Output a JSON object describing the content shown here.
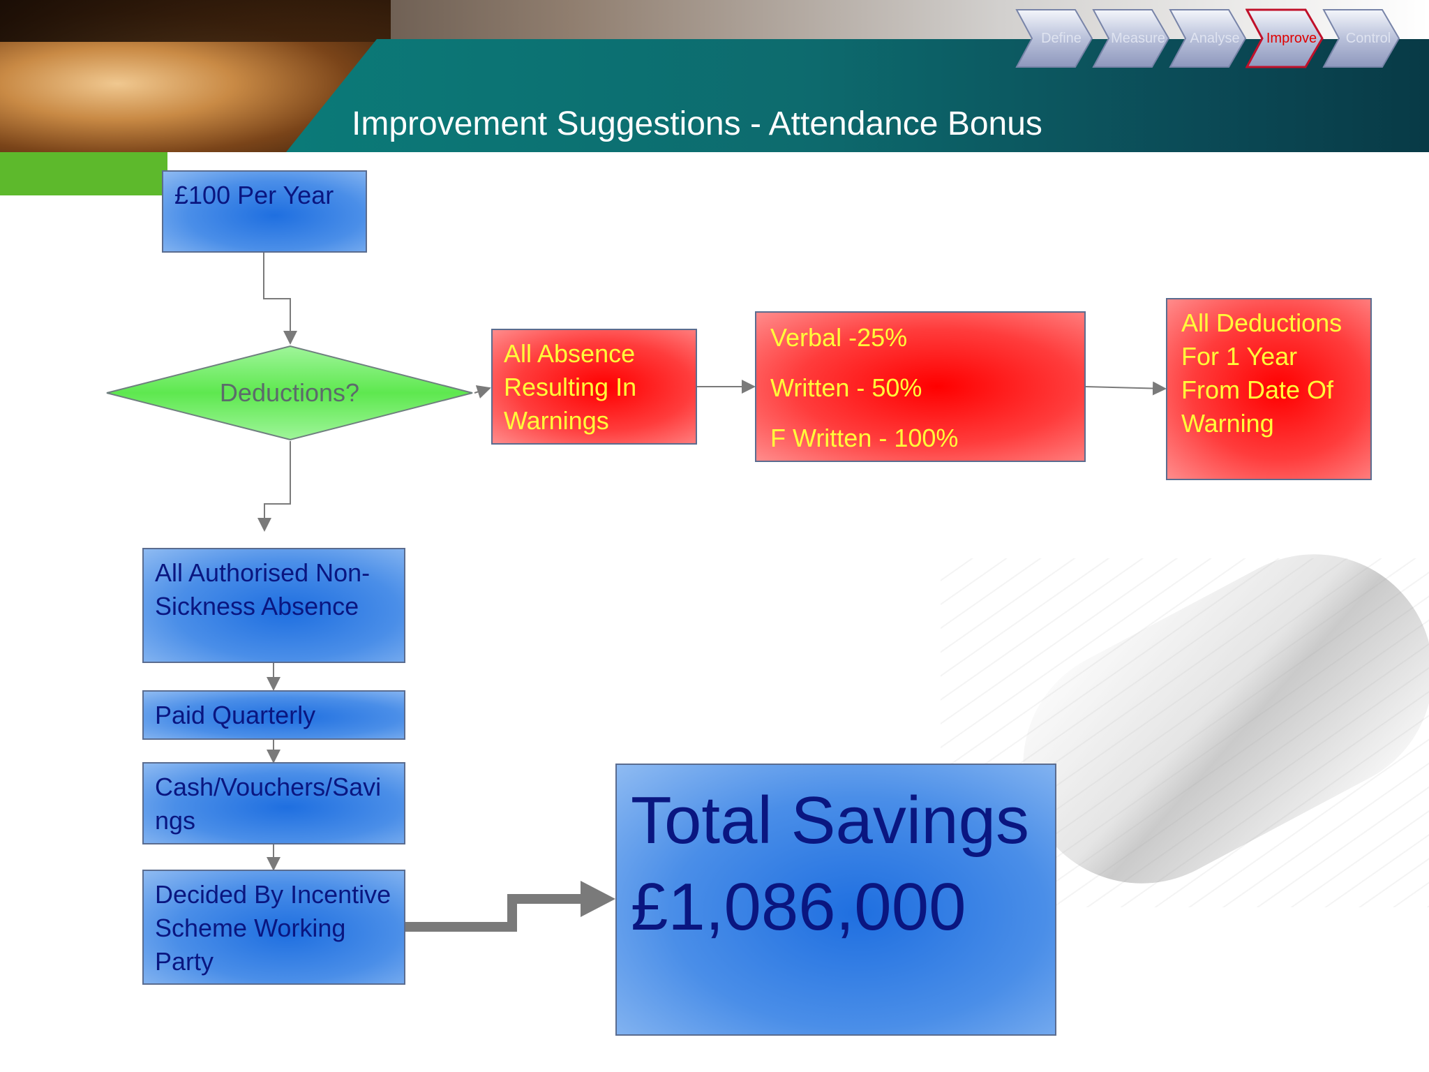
{
  "header": {
    "title": "Improvement Suggestions - Attendance Bonus"
  },
  "process_nav": {
    "steps": [
      {
        "label": "Define",
        "active": false
      },
      {
        "label": "Measure",
        "active": false
      },
      {
        "label": "Analyse",
        "active": false
      },
      {
        "label": "Improve",
        "active": true
      },
      {
        "label": "Control",
        "active": false
      }
    ]
  },
  "flow": {
    "start": "£100 Per Year",
    "decision": "Deductions?",
    "warnings": "All Absence Resulting In Warnings",
    "rates": [
      "Verbal -25%",
      "Written - 50%",
      "F Written - 100%"
    ],
    "deduction_period": "All Deductions For 1 Year From Date Of Warning",
    "absence": "All Authorised Non- Sickness Absence",
    "payment": "Paid Quarterly",
    "method": "Cash/Vouchers/Savings",
    "decided_by": "Decided By Incentive Scheme Working Party"
  },
  "total": {
    "label": "Total Savings",
    "value": "£1,086,000"
  },
  "colors": {
    "teal_band": "#0b7a78",
    "green_band": "#5db92c",
    "blue_box": "#1f6fe0",
    "red_box": "#ff0000",
    "blue_text": "#0a1680",
    "red_text": "#ffff3a",
    "decision_fill": "#66ee66",
    "active_step": "#e00000"
  }
}
